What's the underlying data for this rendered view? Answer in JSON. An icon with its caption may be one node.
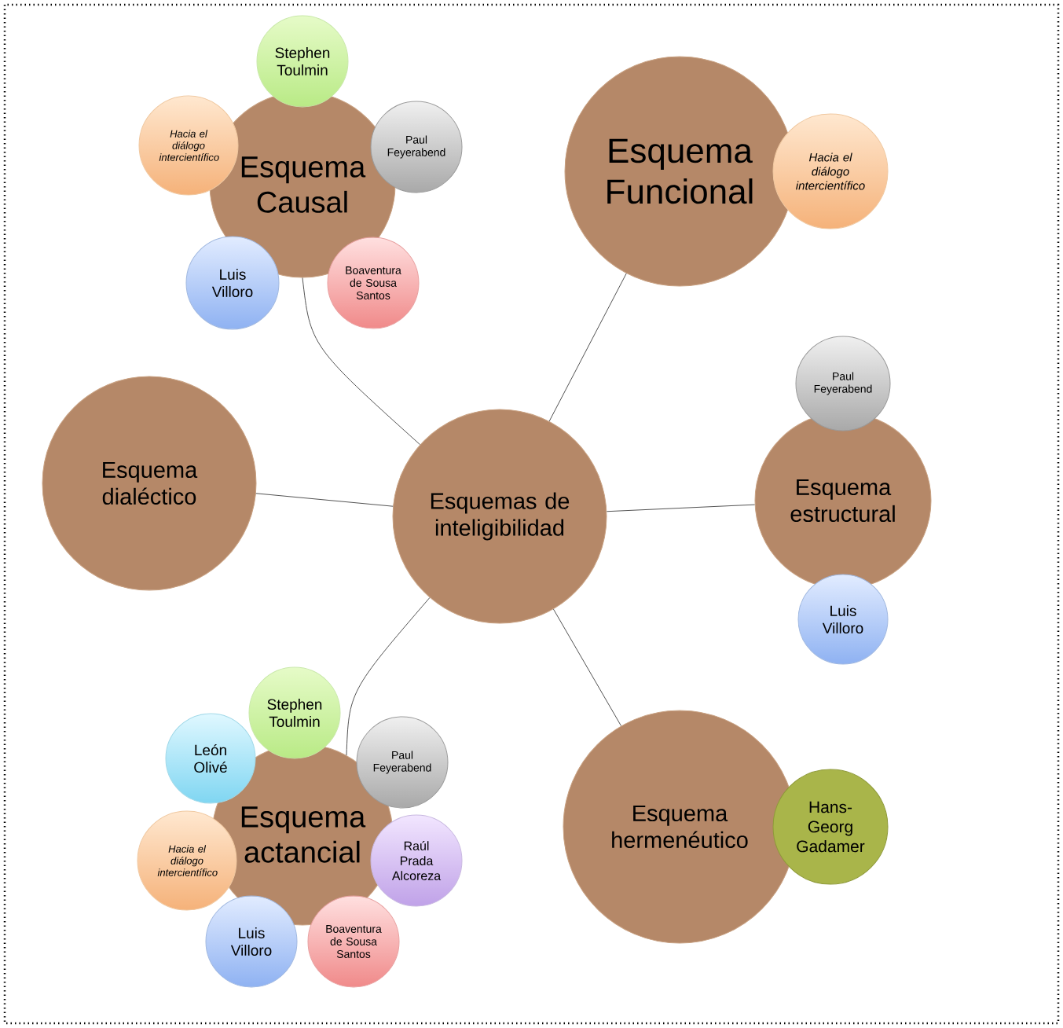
{
  "diagram": {
    "nodes": [
      {
        "text": [
          "Esquemas de inteligibilidad"
        ]
      },
      {
        "text": [
          "Esquema Causal"
        ]
      },
      {
        "text": [
          "Stephen Toulmin"
        ]
      },
      {
        "text": [
          "Hacia el diálogo intercientífico"
        ]
      },
      {
        "text": [
          "Paul Feyerabend"
        ]
      },
      {
        "text": [
          "Luis Villoro"
        ]
      },
      {
        "text": [
          "Boaventura de Sousa Santos"
        ]
      },
      {
        "text": [
          "Esquema Funcional"
        ]
      },
      {
        "text": [
          "Hacia el diálogo intercientífico"
        ]
      },
      {
        "text": [
          "Esquema dialéctico"
        ]
      },
      {
        "text": [
          "Esquema estructural"
        ]
      },
      {
        "text": [
          "Paul Feyerabend"
        ]
      },
      {
        "text": [
          "Luis Villoro"
        ]
      },
      {
        "text": [
          "Esquema actancial"
        ]
      },
      {
        "text": [
          "Stephen Toulmin"
        ]
      },
      {
        "text": [
          "León Olivé"
        ]
      },
      {
        "text": [
          "Paul Feyerabend"
        ]
      },
      {
        "text": [
          "Hacia el diálogo intercientífico"
        ]
      },
      {
        "text": [
          "Raúl Prada Alcoreza"
        ]
      },
      {
        "text": [
          "Luis Villoro"
        ]
      },
      {
        "text": [
          "Boaventura de Sousa Santos"
        ]
      },
      {
        "text": [
          "Esquema hermenéutico"
        ]
      },
      {
        "text": [
          "Hans-Georg Gadamer"
        ]
      }
    ],
    "edges": [
      {
        "from": 0,
        "to": 1,
        "arrow": "none"
      },
      {
        "from": 0,
        "to": 7,
        "arrow": "none"
      },
      {
        "from": 0,
        "to": 9,
        "arrow": "none"
      },
      {
        "from": 0,
        "to": 10,
        "arrow": "none"
      },
      {
        "from": 0,
        "to": 21,
        "arrow": "none"
      },
      {
        "from": 0,
        "to": 13,
        "arrow": "none"
      }
    ]
  }
}
